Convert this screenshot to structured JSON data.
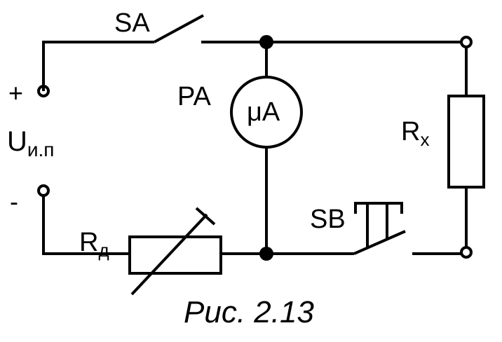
{
  "labels": {
    "switch_sa": "SA",
    "plus": "+",
    "minus": "-",
    "voltage_main": "U",
    "voltage_sub": "и.п",
    "ammeter_name": "PA",
    "ammeter_symbol": "μA",
    "resistor_x_main": "R",
    "resistor_x_sub": "x",
    "switch_sb": "SB",
    "resistor_d_main": "R",
    "resistor_d_sub": "д"
  },
  "caption": "Рис. 2.13"
}
